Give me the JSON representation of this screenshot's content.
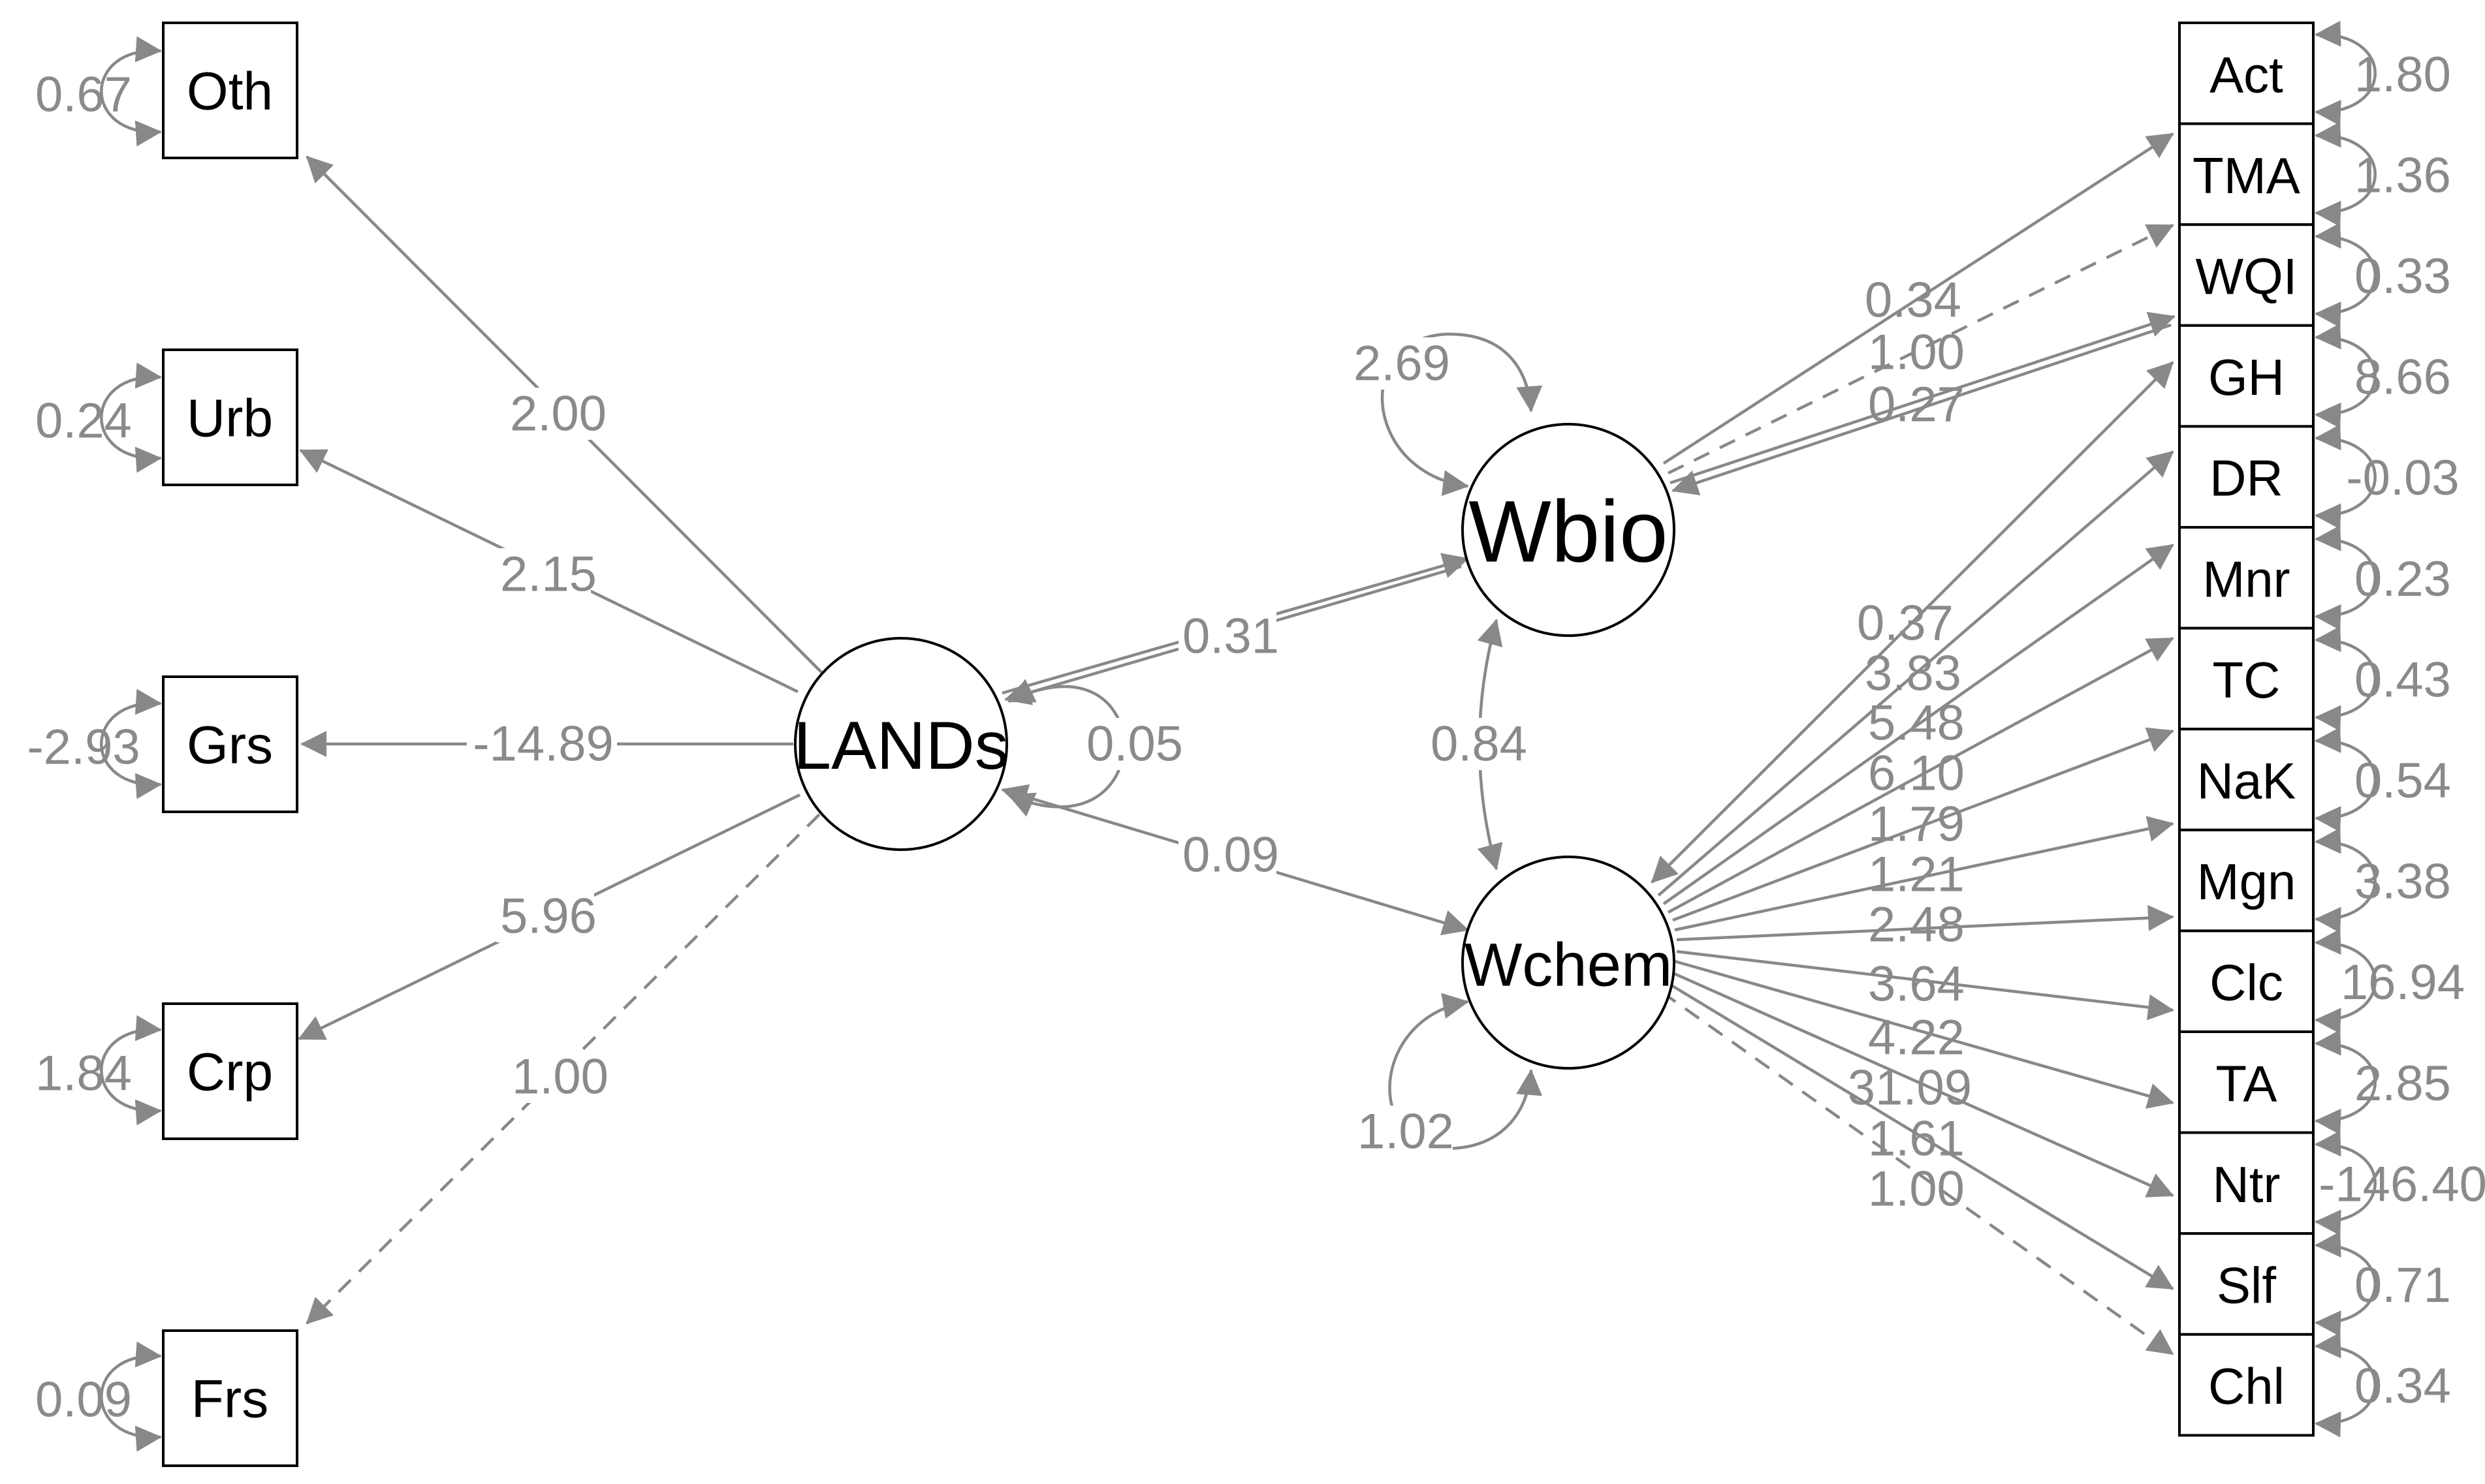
{
  "colors": {
    "edge": "#888888",
    "label": "#8a8a8a",
    "node_stroke": "#000000",
    "background": "#ffffff"
  },
  "nodes": {
    "Oth": "Oth",
    "Urb": "Urb",
    "Grs": "Grs",
    "Crp": "Crp",
    "Frs": "Frs",
    "LANDs": "LANDs",
    "Wbio": "Wbio",
    "Wchem": "Wchem",
    "Act": "Act",
    "TMA": "TMA",
    "WQI": "WQI",
    "GH": "GH",
    "DR": "DR",
    "Mnr": "Mnr",
    "TC": "TC",
    "NaK": "NaK",
    "Mgn": "Mgn",
    "Clc": "Clc",
    "TA": "TA",
    "Ntr": "Ntr",
    "Slf": "Slf",
    "Chl": "Chl"
  },
  "loadings": {
    "LANDs_Oth": "2.00",
    "LANDs_Urb": "2.15",
    "LANDs_Grs": "-14.89",
    "LANDs_Crp": "5.96",
    "LANDs_Frs": "1.00",
    "LANDs_Wbio": "0.31",
    "LANDs_Wchem": "0.09",
    "Wbio_Wchem": "0.84",
    "Wbio_Act": "0.34",
    "Wbio_TMA": "1.00",
    "Wbio_WQI": "0.27",
    "Wchem_GH": "0.37",
    "Wchem_DR": "3.83",
    "Wchem_Mnr": "5.48",
    "Wchem_TC": "6.10",
    "Wchem_NaK": "1.79",
    "Wchem_Mgn": "1.21",
    "Wchem_Clc": "2.48",
    "Wchem_TA": "3.64",
    "Wchem_Ntr": "4.22",
    "Wchem_Slf": "31.09",
    "Wchem_Chl": "1.61",
    "Wchem_Chl_fixed": "1.00"
  },
  "variances": {
    "Oth": "0.67",
    "Urb": "0.24",
    "Grs": "-2.93",
    "Crp": "1.84",
    "Frs": "0.09",
    "LANDs": "0.05",
    "Wbio": "2.69",
    "Wchem": "1.02",
    "Act": "1.80",
    "TMA": "1.36",
    "WQI": "0.33",
    "GH": "8.66",
    "DR": "-0.03",
    "Mnr": "0.23",
    "TC": "0.43",
    "NaK": "0.54",
    "Mgn": "3.38",
    "Clc": "16.94",
    "TA": "2.85",
    "Ntr": "-146.40",
    "Slf": "0.71",
    "Chl": "0.34"
  }
}
